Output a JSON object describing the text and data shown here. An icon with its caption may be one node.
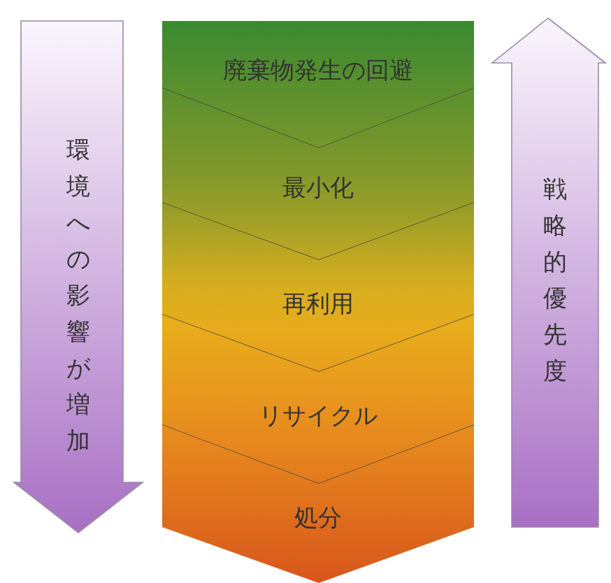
{
  "diagram": {
    "nodes": [
      {
        "text": [
          "廃棄物発生の回避"
        ]
      },
      {
        "text": [
          "最小化"
        ]
      },
      {
        "text": [
          "再利用"
        ]
      },
      {
        "text": [
          "リサイクル"
        ]
      },
      {
        "text": [
          "処分"
        ]
      },
      {
        "text": [
          "環境への影響が増加"
        ]
      },
      {
        "text": [
          "戦略的優先度"
        ]
      }
    ]
  }
}
